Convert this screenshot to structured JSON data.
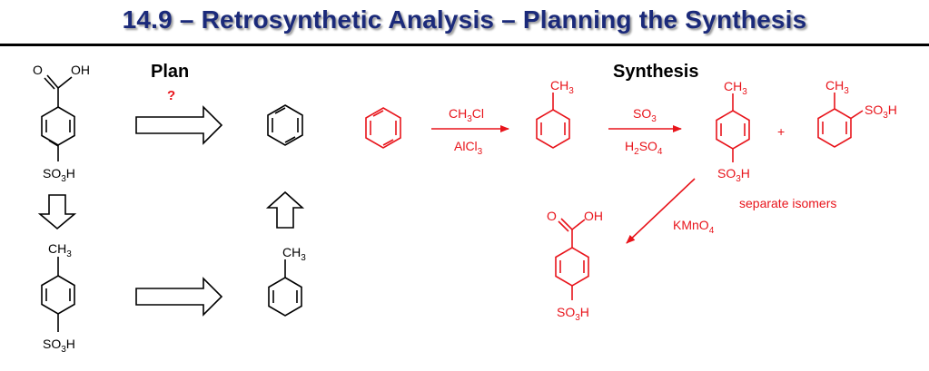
{
  "slide": {
    "title": "14.9 – Retrosynthetic Analysis – Planning the Synthesis",
    "plan_heading": "Plan",
    "plan_question": "?",
    "synthesis_heading": "Synthesis"
  },
  "plan": {
    "target_top": "O",
    "target_oh": "OH",
    "target_so3h": "SO3H",
    "intermediate_ch3": "CH3",
    "intermediate_so3h": "SO3H",
    "toluene_ch3": "CH3"
  },
  "synthesis": {
    "step1_reagent_top": "CH3Cl",
    "step1_reagent_bottom": "AlCl3",
    "toluene_ch3": "CH3",
    "step2_reagent_top": "SO3",
    "step2_reagent_bottom": "H2SO4",
    "para_ch3": "CH3",
    "para_so3h": "SO3H",
    "plus": "+",
    "ortho_ch3": "CH3",
    "ortho_so3h": "SO3H",
    "separate_note": "separate isomers",
    "step3_reagent": "KMnO4",
    "product_o": "O",
    "product_oh": "OH",
    "product_so3h": "SO3H"
  },
  "colors": {
    "title": "#1b2a7a",
    "reaction": "#e8141b",
    "plan": "#000000"
  }
}
